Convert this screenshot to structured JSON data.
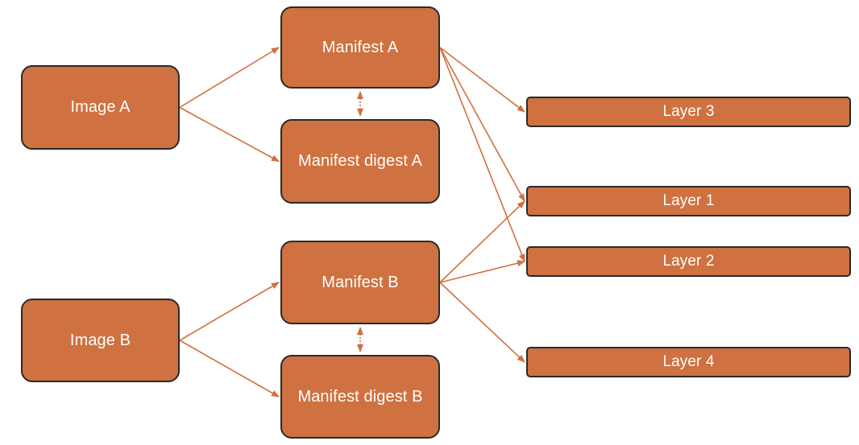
{
  "colors": {
    "node_fill": "#cf7140",
    "node_border": "#2a2a2a",
    "node_text": "#ffffff",
    "arrow": "#cf7140"
  },
  "nodes": {
    "image_a": "Image A",
    "image_b": "Image B",
    "manifest_a": "Manifest A",
    "manifest_digest_a": "Manifest digest A",
    "manifest_b": "Manifest B",
    "manifest_digest_b": "Manifest digest B",
    "layer_3": "Layer 3",
    "layer_1": "Layer 1",
    "layer_2": "Layer 2",
    "layer_4": "Layer 4"
  },
  "edges": [
    {
      "from": "image-a",
      "to": "manifest-a",
      "style": "solid"
    },
    {
      "from": "image-a",
      "to": "manifest-digest-a",
      "style": "solid"
    },
    {
      "from": "image-b",
      "to": "manifest-b",
      "style": "solid"
    },
    {
      "from": "image-b",
      "to": "manifest-digest-b",
      "style": "solid"
    },
    {
      "from": "manifest-a",
      "to": "layer-3",
      "style": "solid"
    },
    {
      "from": "manifest-a",
      "to": "layer-1",
      "style": "solid"
    },
    {
      "from": "manifest-a",
      "to": "layer-2",
      "style": "solid"
    },
    {
      "from": "manifest-b",
      "to": "layer-1",
      "style": "solid"
    },
    {
      "from": "manifest-b",
      "to": "layer-2",
      "style": "solid"
    },
    {
      "from": "manifest-b",
      "to": "layer-4",
      "style": "solid"
    },
    {
      "from": "manifest-a",
      "to": "manifest-digest-a",
      "style": "dotted-bidirectional"
    },
    {
      "from": "manifest-b",
      "to": "manifest-digest-b",
      "style": "dotted-bidirectional"
    }
  ]
}
